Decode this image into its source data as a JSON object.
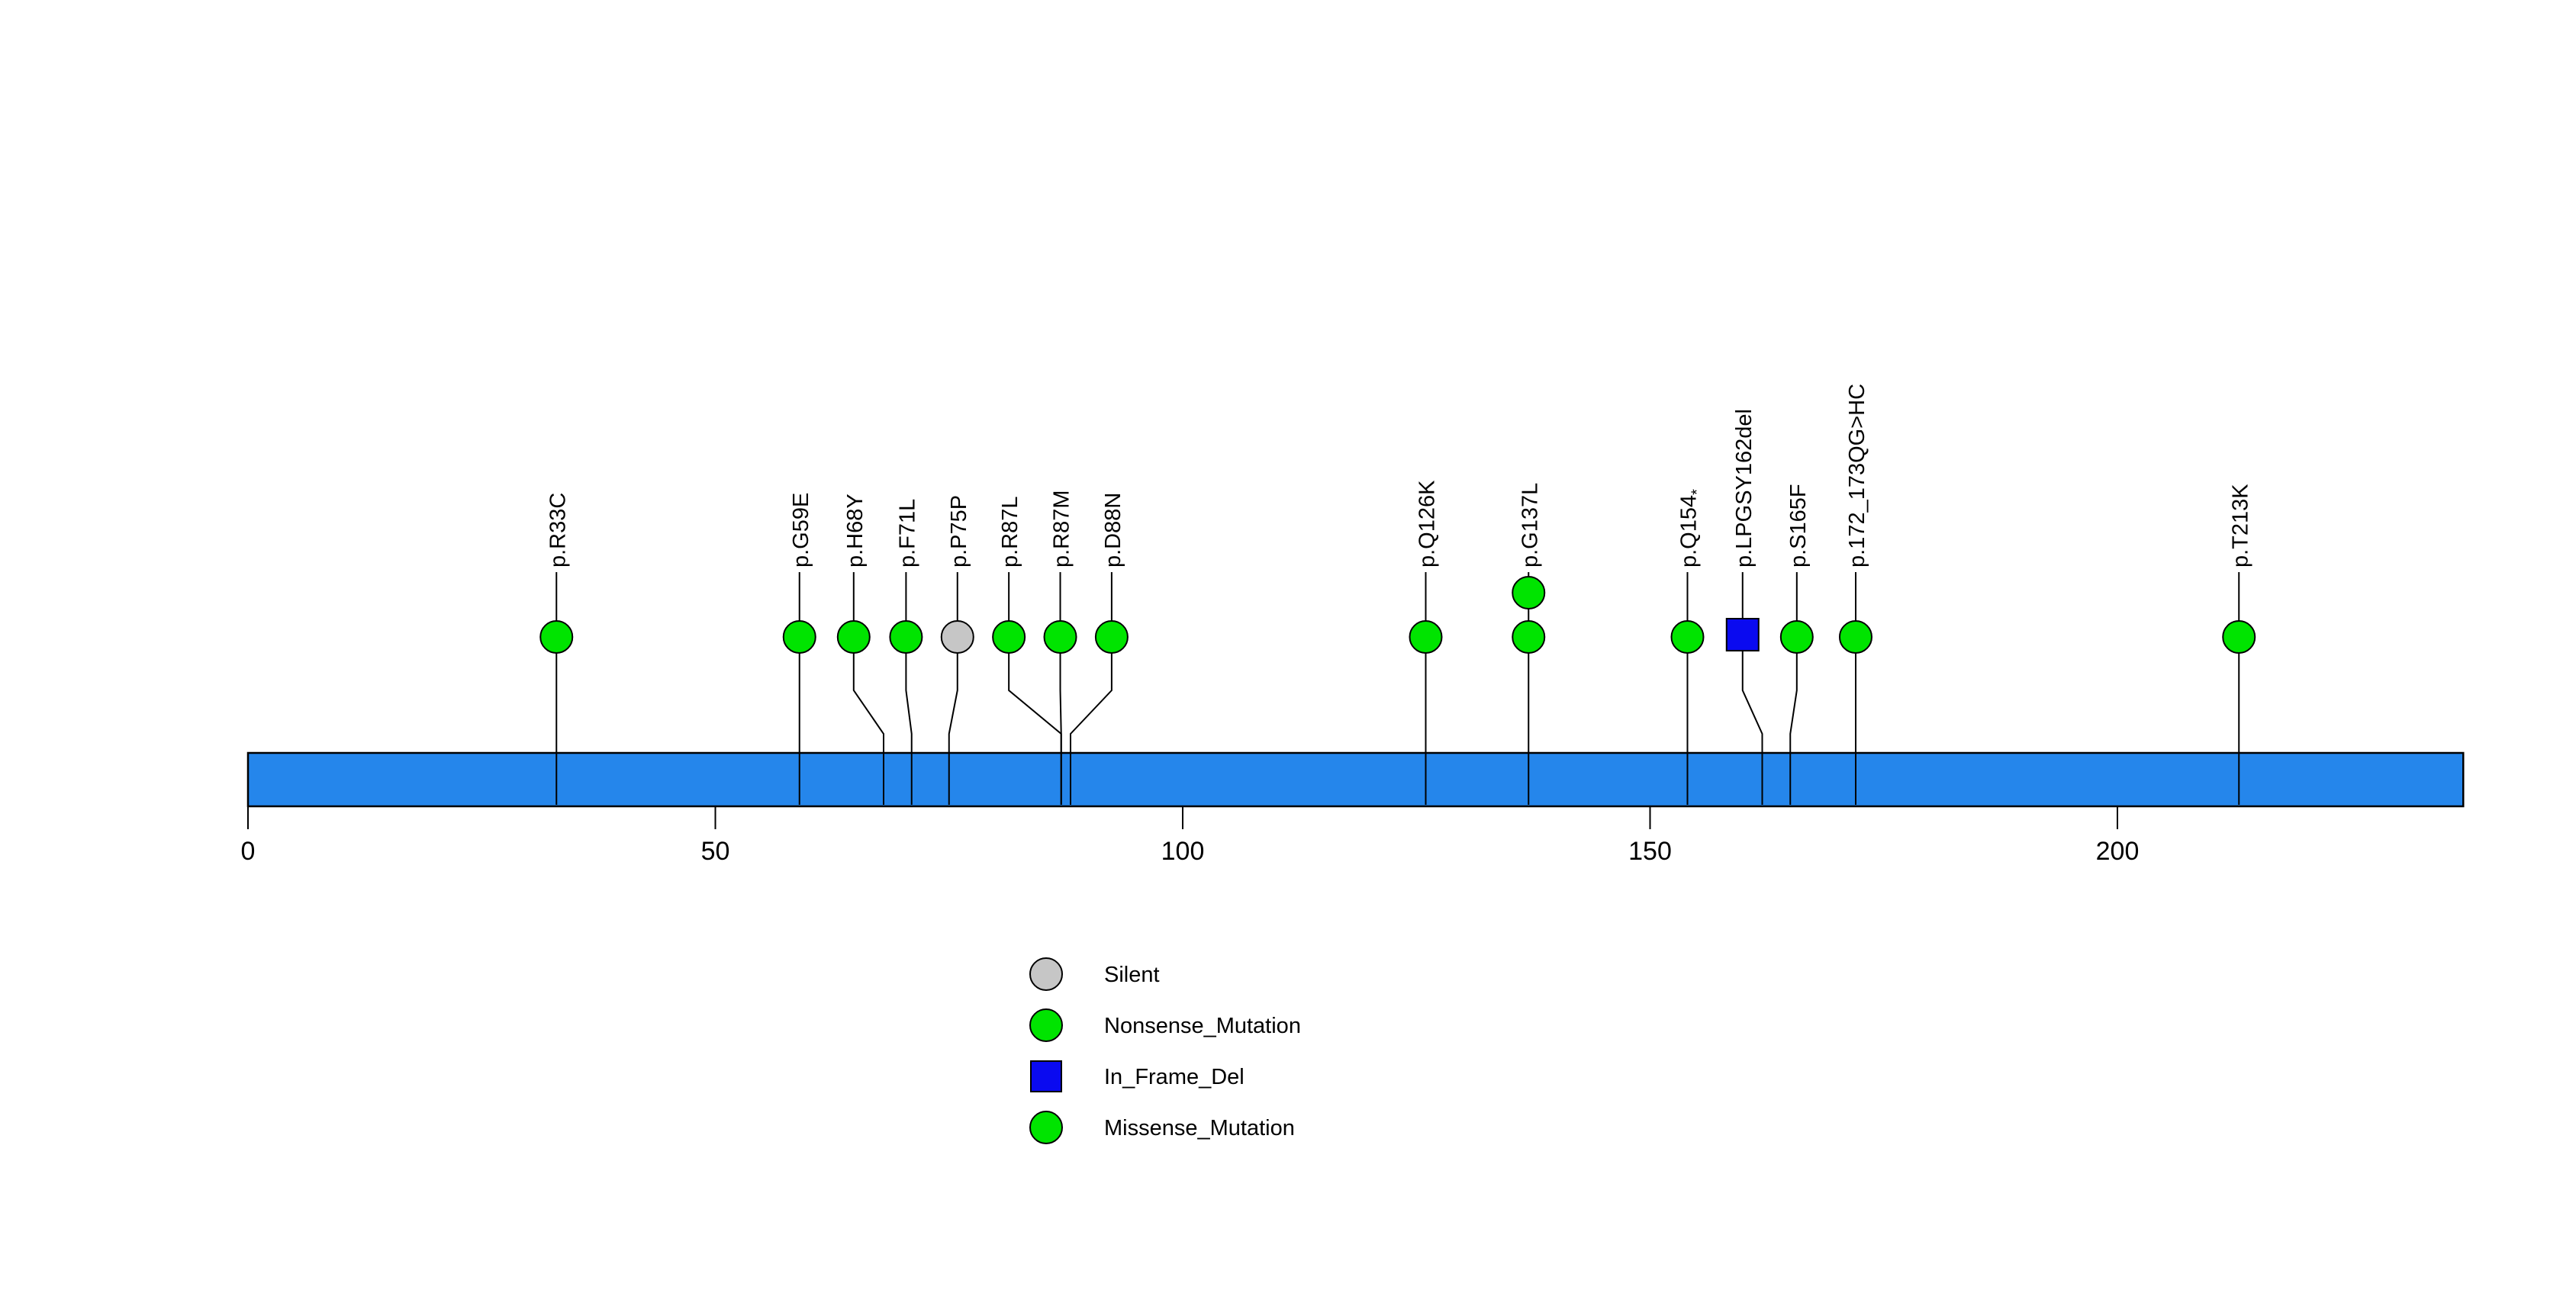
{
  "chart_data": {
    "type": "lollipop",
    "title": "",
    "xlabel": "",
    "ylabel": "",
    "xlim": [
      0,
      237
    ],
    "x_ticks": [
      "0",
      "50",
      "100",
      "150",
      "200"
    ],
    "x_tick_values": [
      0,
      50,
      100,
      150,
      200
    ],
    "grid": "off",
    "legend_position": "bottom-center",
    "protein_bar": {
      "start": 0,
      "end": 237,
      "fill_color": "#2586EB",
      "border_color": "#000000"
    },
    "type_colors": {
      "Silent": "#C6C6C6",
      "Nonsense_Mutation": "#00E400",
      "In_Frame_Del": "#0A0AF0",
      "Missense_Mutation": "#00E400"
    },
    "mutations": [
      {
        "label": "p.R33C",
        "star": "",
        "pos": 33,
        "label_pos": 33,
        "type": "Missense_Mutation",
        "shape": "circle",
        "count": 1
      },
      {
        "label": "p.G59E",
        "star": "",
        "pos": 59,
        "label_pos": 59,
        "type": "Missense_Mutation",
        "shape": "circle",
        "count": 1
      },
      {
        "label": "p.H68Y",
        "star": "",
        "pos": 68,
        "label_pos": 64.8,
        "type": "Missense_Mutation",
        "shape": "circle",
        "count": 1
      },
      {
        "label": "p.F71L",
        "star": "",
        "pos": 71,
        "label_pos": 70.4,
        "type": "Missense_Mutation",
        "shape": "circle",
        "count": 1
      },
      {
        "label": "p.P75P",
        "star": "",
        "pos": 75,
        "label_pos": 75.9,
        "type": "Silent",
        "shape": "circle",
        "count": 1
      },
      {
        "label": "p.R87L",
        "star": "",
        "pos": 87,
        "label_pos": 81.4,
        "type": "Missense_Mutation",
        "shape": "circle",
        "count": 1
      },
      {
        "label": "p.R87M",
        "star": "",
        "pos": 87,
        "label_pos": 86.9,
        "type": "Missense_Mutation",
        "shape": "circle",
        "count": 1
      },
      {
        "label": "p.D88N",
        "star": "",
        "pos": 88,
        "label_pos": 92.4,
        "type": "Missense_Mutation",
        "shape": "circle",
        "count": 1
      },
      {
        "label": "p.Q126K",
        "star": "",
        "pos": 126,
        "label_pos": 126,
        "type": "Missense_Mutation",
        "shape": "circle",
        "count": 1
      },
      {
        "label": "p.G137L",
        "star": "",
        "pos": 137,
        "label_pos": 137,
        "type": "Missense_Mutation",
        "shape": "circle",
        "count": 2
      },
      {
        "label": "p.Q154",
        "star": "*",
        "pos": 154,
        "label_pos": 154,
        "type": "Nonsense_Mutation",
        "shape": "circle",
        "count": 1
      },
      {
        "label": "p.LPGSY162del",
        "star": "",
        "pos": 162,
        "label_pos": 159.9,
        "type": "In_Frame_Del",
        "shape": "square",
        "count": 1
      },
      {
        "label": "p.S165F",
        "star": "",
        "pos": 165,
        "label_pos": 165.7,
        "type": "Missense_Mutation",
        "shape": "circle",
        "count": 1
      },
      {
        "label": "p.172_173QG>HC",
        "star": "",
        "pos": 172,
        "label_pos": 172,
        "type": "Missense_Mutation",
        "shape": "circle",
        "count": 1
      },
      {
        "label": "p.T213K",
        "star": "",
        "pos": 213,
        "label_pos": 213,
        "type": "Missense_Mutation",
        "shape": "circle",
        "count": 1
      }
    ],
    "legend": [
      {
        "label": "Silent",
        "shape": "circle",
        "color": "#C6C6C6"
      },
      {
        "label": "Nonsense_Mutation",
        "shape": "circle",
        "color": "#00E400"
      },
      {
        "label": "In_Frame_Del",
        "shape": "square",
        "color": "#0A0AF0"
      },
      {
        "label": "Missense_Mutation",
        "shape": "circle",
        "color": "#00E400"
      }
    ]
  }
}
